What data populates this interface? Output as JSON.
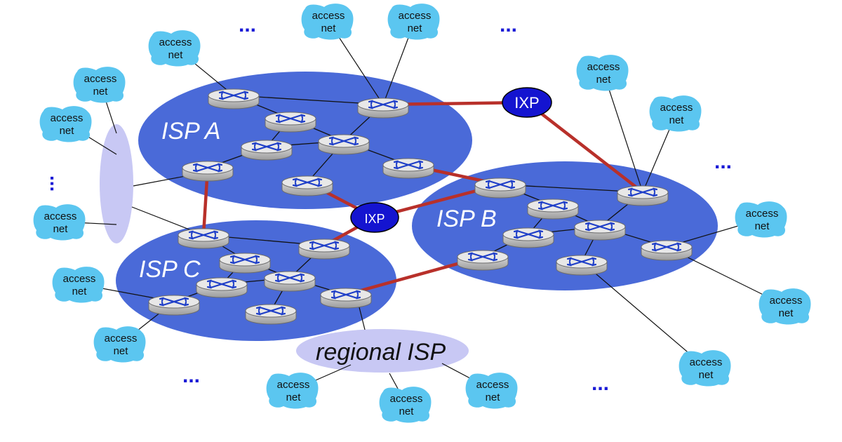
{
  "labels": {
    "isp_a": "ISP A",
    "isp_b": "ISP B",
    "isp_c": "ISP C",
    "regional_isp": "regional ISP",
    "ixp_top": "IXP",
    "ixp_mid": "IXP",
    "access_line1": "access",
    "access_line2": "net",
    "ellipsis": "..."
  },
  "colors": {
    "isp_fill": "#4a6ad8",
    "regional_fill": "#c8c8f4",
    "ixp_fill": "#1414d0",
    "peering_link": "#b8302a",
    "access_net": "#5bc6f0",
    "router_top": "#e8e8e8",
    "router_side": "#bfbfbf",
    "router_arrows": "#1e3ec8"
  },
  "icons": {
    "router": "router-icon",
    "access_net": "access-net-cloud-icon",
    "ixp": "ixp-node"
  }
}
